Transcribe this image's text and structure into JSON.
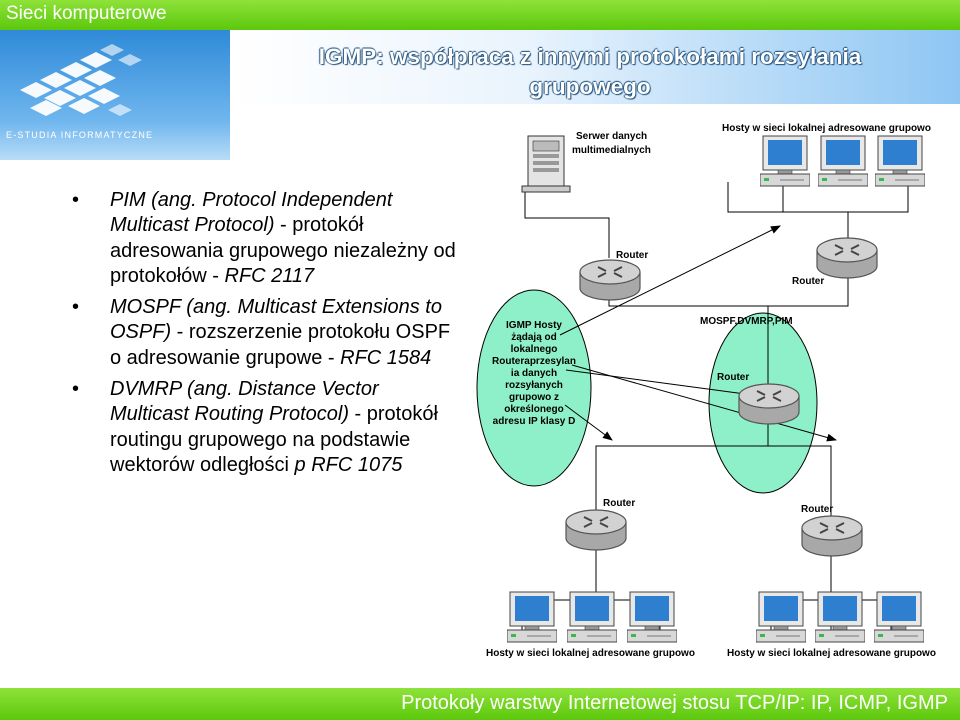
{
  "header": {
    "course": "Sieci komputerowe",
    "logo_text": "E-STUDIA INFORMATYCZNE",
    "title_line1": "IGMP: współpraca z innymi protokołami rozsyłania",
    "title_line2": "grupowego"
  },
  "bullets": [
    {
      "italic1": "PIM (ang. Protocol Independent Multicast Protocol)",
      "text": " -  protokół adresowania grupowego niezależny od protokołów - ",
      "italic2": "RFC 2117"
    },
    {
      "italic1": "MOSPF (ang. Multicast Extensions to OSPF)",
      "text": " - rozszerzenie protokołu OSPF o adresowanie grupowe - ",
      "italic2": "RFC 1584"
    },
    {
      "italic1": "DVMRP (ang. Distance Vector Multicast Routing Protocol)",
      "text": " - protokół routingu grupowego na podstawie wektorów odległości ",
      "italic2": "p RFC 1075"
    }
  ],
  "diagram": {
    "server_line1": "Serwer danych",
    "server_line2": "multimedialnych",
    "hosts_top": "Hosty w sieci lokalnej adresowane grupowo",
    "hosts_bottom_left": "Hosty w sieci lokalnej adresowane grupowo",
    "hosts_bottom_right": "Hosty w sieci lokalnej adresowane grupowo",
    "router": "Router",
    "protocols": "MOSPF,DVMRP,PIM",
    "igmp_note": [
      "IGMP Hosty",
      "żądają od",
      "lokalnego",
      "Routeraprzesylan",
      "ia danych",
      "rozsyłanych",
      "grupowo z",
      "określonego",
      "adresu IP klasy D"
    ]
  },
  "footer": {
    "text": "Protokoły warstwy Internetowej stosu TCP/IP: IP, ICMP, IGMP"
  },
  "colors": {
    "green_bar": "#6fd61c",
    "blue_header": "#2f8ad8",
    "ellipse_fill": "#8ef0c8"
  }
}
